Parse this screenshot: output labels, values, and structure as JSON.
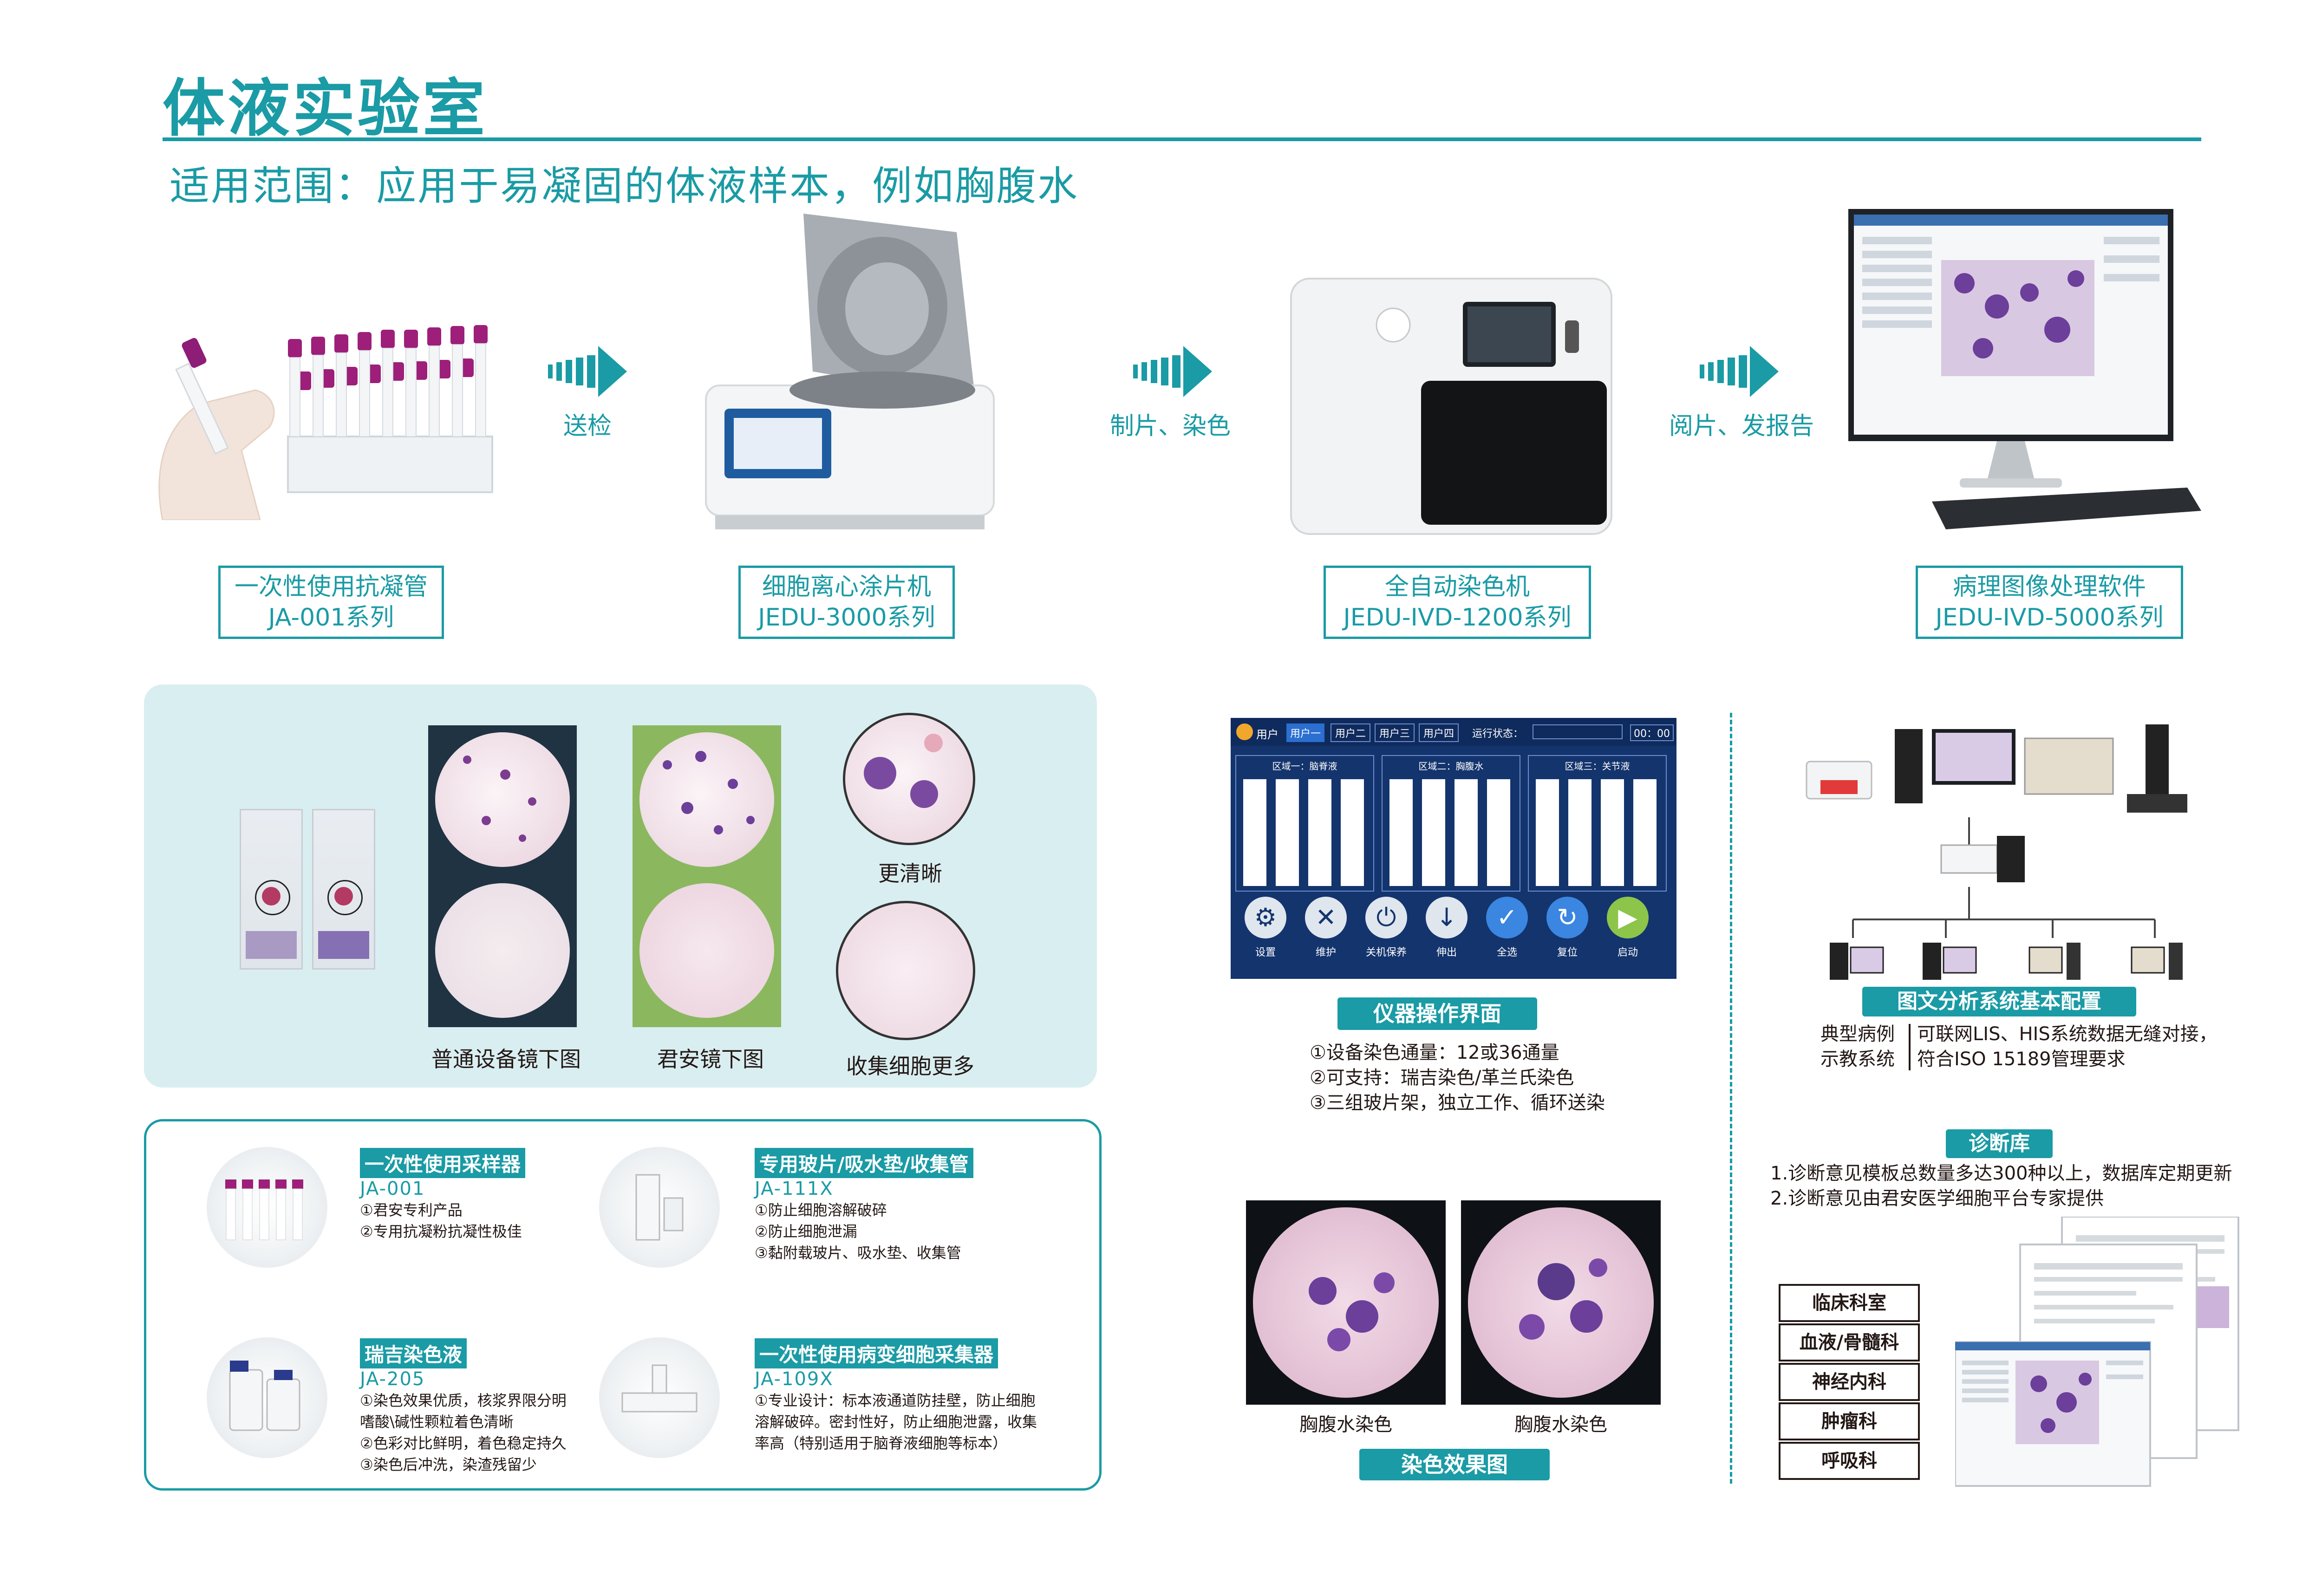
{
  "page": {
    "title": "体液实验室",
    "subtitle": "适用范围：应用于易凝固的体液样本，例如胸腹水"
  },
  "workflow": {
    "steps": [
      {
        "label": "送检"
      },
      {
        "label": "制片、染色"
      },
      {
        "label": "阅片、发报告"
      }
    ],
    "products": [
      {
        "name": "一次性使用抗凝管",
        "model": "JA-001系列"
      },
      {
        "name": "细胞离心涂片机",
        "model": "JEDU-3000系列"
      },
      {
        "name": "全自动染色机",
        "model": "JEDU-IVD-1200系列"
      },
      {
        "name": "病理图像处理软件",
        "model": "JEDU-IVD-5000系列"
      }
    ]
  },
  "comparison": {
    "normal_caption": "普通设备镜下图",
    "junan_caption": "君安镜下图",
    "clearer": "更清晰",
    "more_cells": "收集细胞更多"
  },
  "consumables": [
    {
      "tag": "一次性使用采样器",
      "code": "JA-001",
      "lines": [
        "①君安专利产品",
        "②专用抗凝粉抗凝性极佳"
      ]
    },
    {
      "tag": "专用玻片/吸水垫/收集管",
      "code": "JA-111X",
      "lines": [
        "①防止细胞溶解破碎",
        "②防止细胞泄漏",
        "③黏附载玻片、吸水垫、收集管"
      ]
    },
    {
      "tag": "瑞吉染色液",
      "code": "JA-205",
      "lines": [
        "①染色效果优质，核浆界限分明",
        "嗜酸\\碱性颗粒着色清晰",
        "②色彩对比鲜明，着色稳定持久",
        "③染色后冲洗，染渣残留少"
      ]
    },
    {
      "tag": "一次性使用病变细胞采集器",
      "code": "JA-109X",
      "lines": [
        "①专业设计：标本液通道防挂壁，防止细胞",
        "溶解破碎。密封性好，防止细胞泄露，收集",
        "率高（特别适用于脑脊液细胞等标本）"
      ]
    }
  ],
  "instrument_ui": {
    "user_label": "用户",
    "users": [
      "用户一",
      "用户二",
      "用户三",
      "用户四"
    ],
    "status_label": "运行状态：",
    "timer": "00：00",
    "zones": [
      "区域一：脑脊液",
      "区域二：胸腹水",
      "区域三：关节液"
    ],
    "buttons": [
      "设置",
      "维护",
      "关机保养",
      "伸出",
      "全选",
      "复位",
      "启动"
    ],
    "caption": "仪器操作界面",
    "features": [
      "①设备染色通量：12或36通量",
      "②可支持：瑞吉染色/革兰氏染色",
      "③三组玻片架，独立工作、循环送染"
    ]
  },
  "stain_effect": {
    "captions": [
      "胸腹水染色",
      "胸腹水染色"
    ],
    "title": "染色效果图"
  },
  "analysis_system": {
    "title": "图文分析系统基本配置",
    "left_lines": [
      "典型病例",
      "示教系统"
    ],
    "right_lines": [
      "可联网LIS、HIS系统数据无缝对接，",
      "符合ISO 15189管理要求"
    ]
  },
  "diagnosis_db": {
    "title": "诊断库",
    "lines": [
      "1.诊断意见模板总数量多达300种以上，数据库定期更新",
      "2.诊断意见由君安医学细胞平台专家提供"
    ],
    "departments": [
      "临床科室",
      "血液/骨髓科",
      "神经内科",
      "肿瘤科",
      "呼吸科"
    ]
  },
  "colors": {
    "accent": "#1a9ba5",
    "panel_bg": "#d9eef1",
    "ui_bg": "#14346d",
    "stain_purple": "#6b3f9a"
  }
}
